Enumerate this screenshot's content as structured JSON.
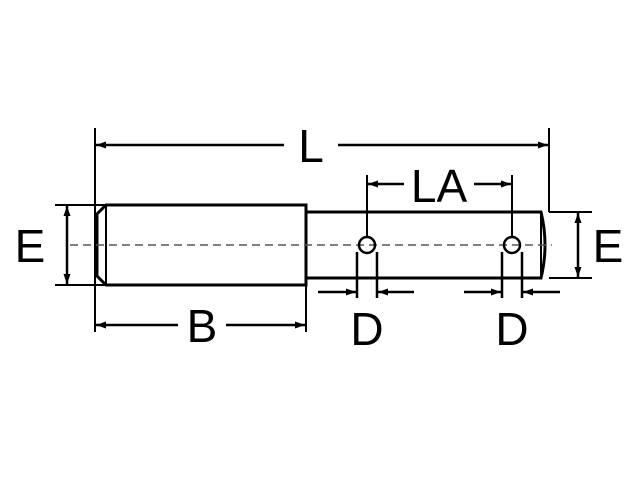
{
  "diagram": {
    "labels": {
      "length": "L",
      "hole_spacing": "LA",
      "shank_length": "B",
      "diameter_left": "E",
      "diameter_right": "E",
      "hole_dia_1": "D",
      "hole_dia_2": "D"
    },
    "colors": {
      "line": "#000000",
      "centerline": "#555555",
      "background": "#ffffff"
    }
  }
}
